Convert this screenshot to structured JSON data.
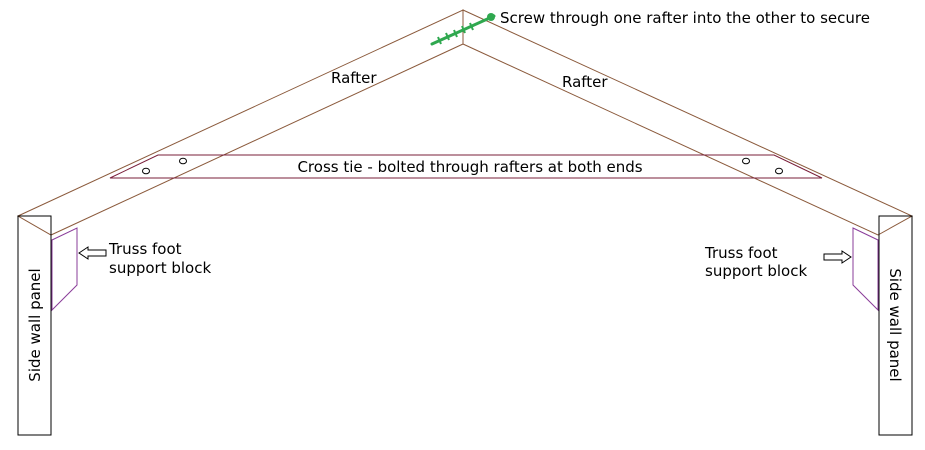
{
  "labels": {
    "screw_note": "Screw through one rafter into the other to secure",
    "rafter_left": "Rafter",
    "rafter_right": "Rafter",
    "cross_tie": "Cross tie - bolted through rafters at both ends",
    "support_left_line1": "Truss foot",
    "support_left_line2": "support block",
    "support_right_line1": "Truss foot",
    "support_right_line2": "support block",
    "wall_left": "Side wall panel",
    "wall_right": "Side wall panel"
  },
  "colors": {
    "rafter_stroke": "#8b5a3c",
    "tie_stroke": "#7a1f3a",
    "block_stroke": "#8a3d9a",
    "screw": "#2fa84f",
    "wall_stroke": "#000000"
  }
}
